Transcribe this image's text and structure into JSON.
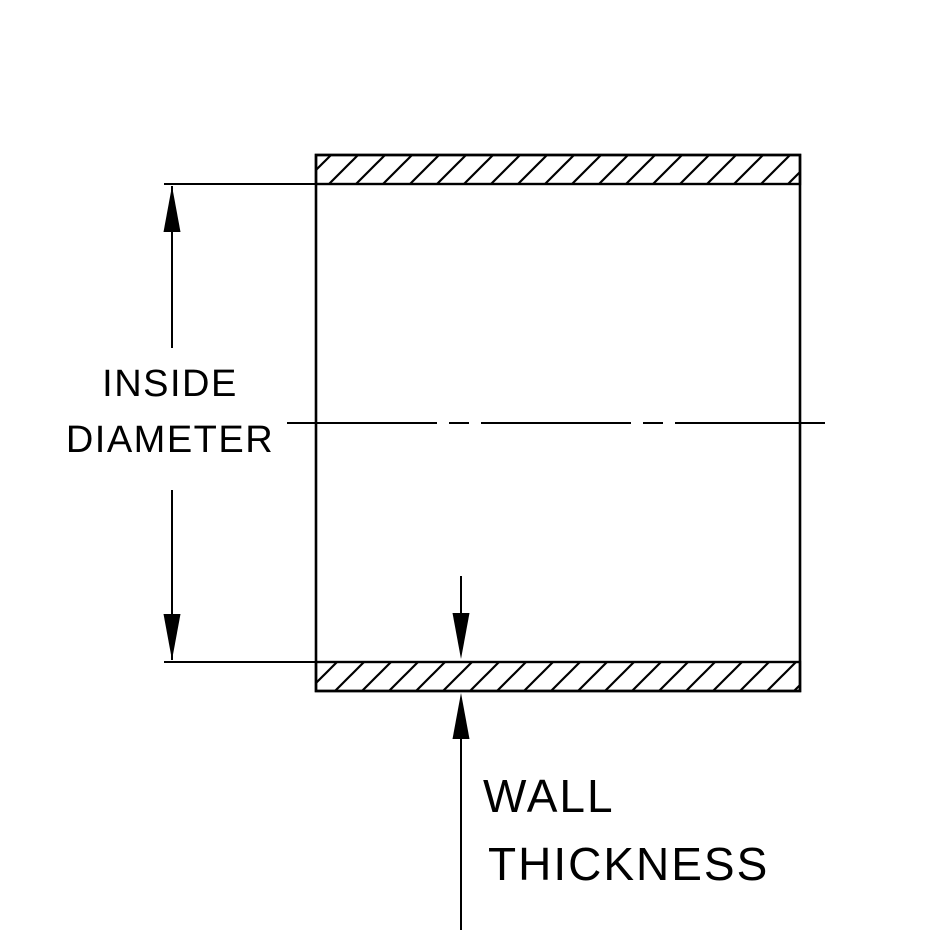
{
  "colors": {
    "line": "#000000",
    "background": "#ffffff"
  },
  "diagram": {
    "description": "Cross-section of a tube/hose showing dimension callouts",
    "labels": {
      "inside_diameter_line1": "INSIDE",
      "inside_diameter_line2": "DIAMETER",
      "wall_line1": "WALL",
      "wall_line2": "THICKNESS"
    }
  }
}
